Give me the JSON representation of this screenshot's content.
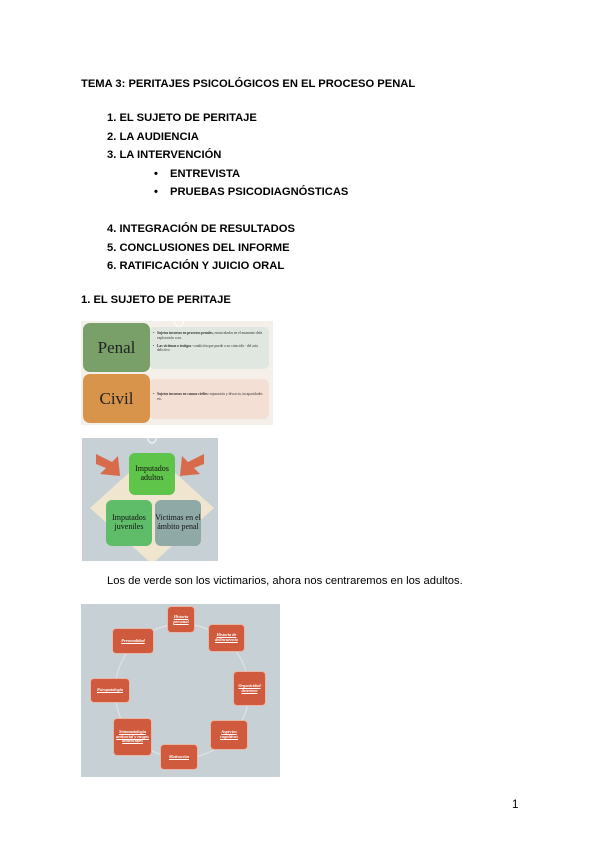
{
  "document": {
    "title": "TEMA 3: PERITAJES PSICOLÓGICOS EN EL PROCESO PENAL",
    "toc": {
      "items_top": [
        "1. EL SUJETO DE PERITAJE",
        "2. LA AUDIENCIA",
        "3. LA INTERVENCIÓN"
      ],
      "subitems": [
        "ENTREVISTA",
        "PRUEBAS PSICODIAGNÓSTICAS"
      ],
      "bullet": "•",
      "items_bottom": [
        "4. INTEGRACIÓN DE RESULTADOS",
        "5. CONCLUSIONES DEL INFORME",
        "6. RATIFICACIÓN Y JUICIO ORAL"
      ]
    },
    "section_heading": "1. EL SUJETO DE PERITAJE",
    "figure1": {
      "penal_label": "Penal",
      "civil_label": "Civil",
      "penal_bullets": [
        {
          "bold": "Sujetos incursos en procesos penales,",
          "rest": " encarcelados en el momento dela exploración o no."
        },
        {
          "bold": "Las víctimas o testigos",
          "rest": " -condición que puede o no coincidir - del acto delictivo"
        }
      ],
      "civil_bullets": [
        {
          "bold": "Sujetos incursos en causas civiles:",
          "rest": " separación y divorcio, incapacidades etc."
        }
      ],
      "colors": {
        "penal": "#7aa06a",
        "civil": "#d7944a",
        "penal_card": "#dfe7e0",
        "civil_card": "#f3dfd3"
      }
    },
    "figure2": {
      "top": "Imputados adultos",
      "left": "Imputados juveniles",
      "right": "Victimas en el ámbito penal",
      "colors": {
        "green": "#5fc44a",
        "green_light": "#5fbd6a",
        "grey": "#8fa9a7",
        "diamond": "#f0e6cf",
        "arrow": "#d86b4b"
      }
    },
    "paragraph": "Los de verde son los victimarios, ahora nos centraremos en los adultos.",
    "figure3": {
      "nodes": [
        "Historia personal",
        "Historia de delincuencia",
        "Organicidad deterioro",
        "Aspectos cognitivos",
        "Motivación",
        "Sintomatología antisocial y rasgos antisociales",
        "Psicopatología",
        "Personalidad"
      ],
      "colors": {
        "node": "#cf5a3e",
        "background": "#c7d0d4"
      }
    },
    "page_number": "1"
  }
}
